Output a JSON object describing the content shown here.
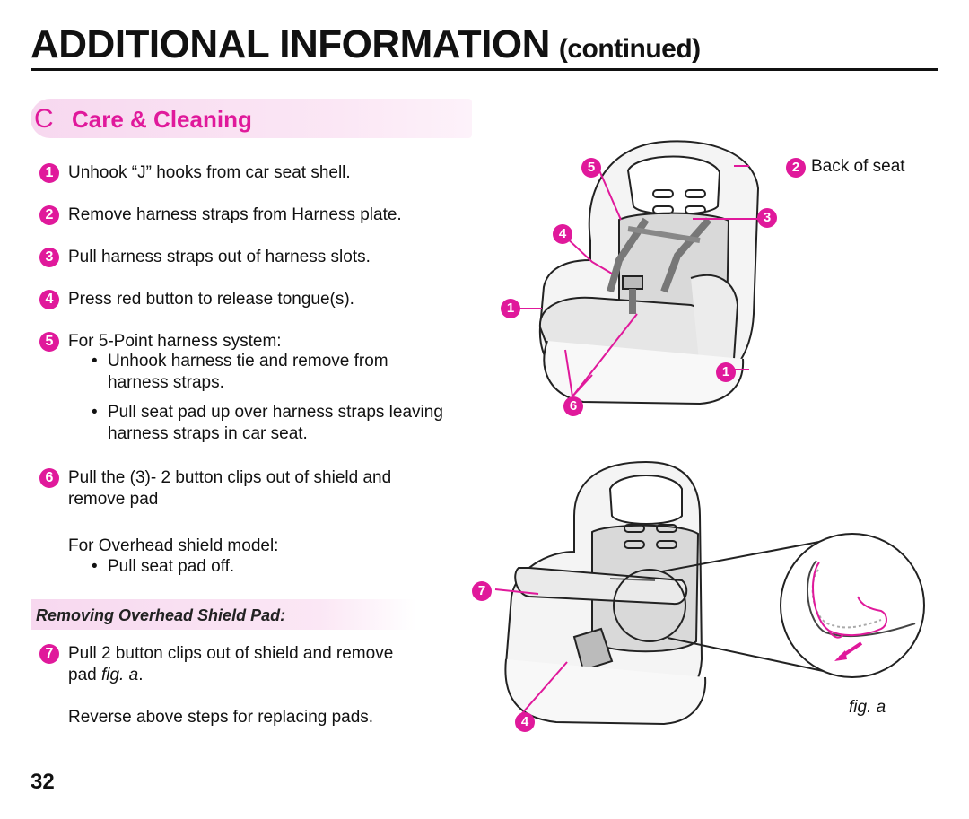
{
  "header": {
    "title": "ADDITIONAL INFORMATION",
    "continued": "(continued)"
  },
  "section": {
    "letter": "C",
    "title": "Care & Cleaning"
  },
  "steps": [
    {
      "n": "1",
      "text": "Unhook “J” hooks from car seat shell."
    },
    {
      "n": "2",
      "text": "Remove harness straps from Harness plate."
    },
    {
      "n": "3",
      "text": "Pull harness straps out of harness slots."
    },
    {
      "n": "4",
      "text": "Press red button to release tongue(s)."
    },
    {
      "n": "5",
      "text": "For 5-Point harness system:"
    },
    {
      "n": "6",
      "text": "Pull the (3)- 2 button clips out of shield and",
      "text2": "remove pad"
    },
    {
      "n": "7",
      "text": "Pull 2 button clips out of shield and remove",
      "text2": "pad "
    }
  ],
  "bullets_5pt": [
    {
      "dot": "•",
      "line1": "Unhook harness tie and remove from",
      "line2": "harness straps."
    },
    {
      "dot": "•",
      "line1": "Pull seat pad up over harness straps leaving",
      "line2": "harness straps in car seat."
    }
  ],
  "overhead": {
    "intro": "For Overhead shield model:",
    "bullet": "•",
    "bullet_text": "Pull seat pad off."
  },
  "subsection": {
    "title": "Removing Overhead Shield Pad:"
  },
  "step7_fig_ref": "fig. a",
  "step7_end": ".",
  "reverse_text": "Reverse above steps for replacing pads.",
  "page_number": "32",
  "figure1": {
    "back_of_seat": "Back of seat",
    "callouts": {
      "c5": "5",
      "c2": "2",
      "c3": "3",
      "c4": "4",
      "c1a": "1",
      "c1b": "1",
      "c6": "6"
    }
  },
  "figure2": {
    "callouts": {
      "c7": "7",
      "c4": "4"
    },
    "fig_label": "fig. a"
  },
  "colors": {
    "accent": "#e0199b",
    "section_bg": "#f7d8ef"
  }
}
